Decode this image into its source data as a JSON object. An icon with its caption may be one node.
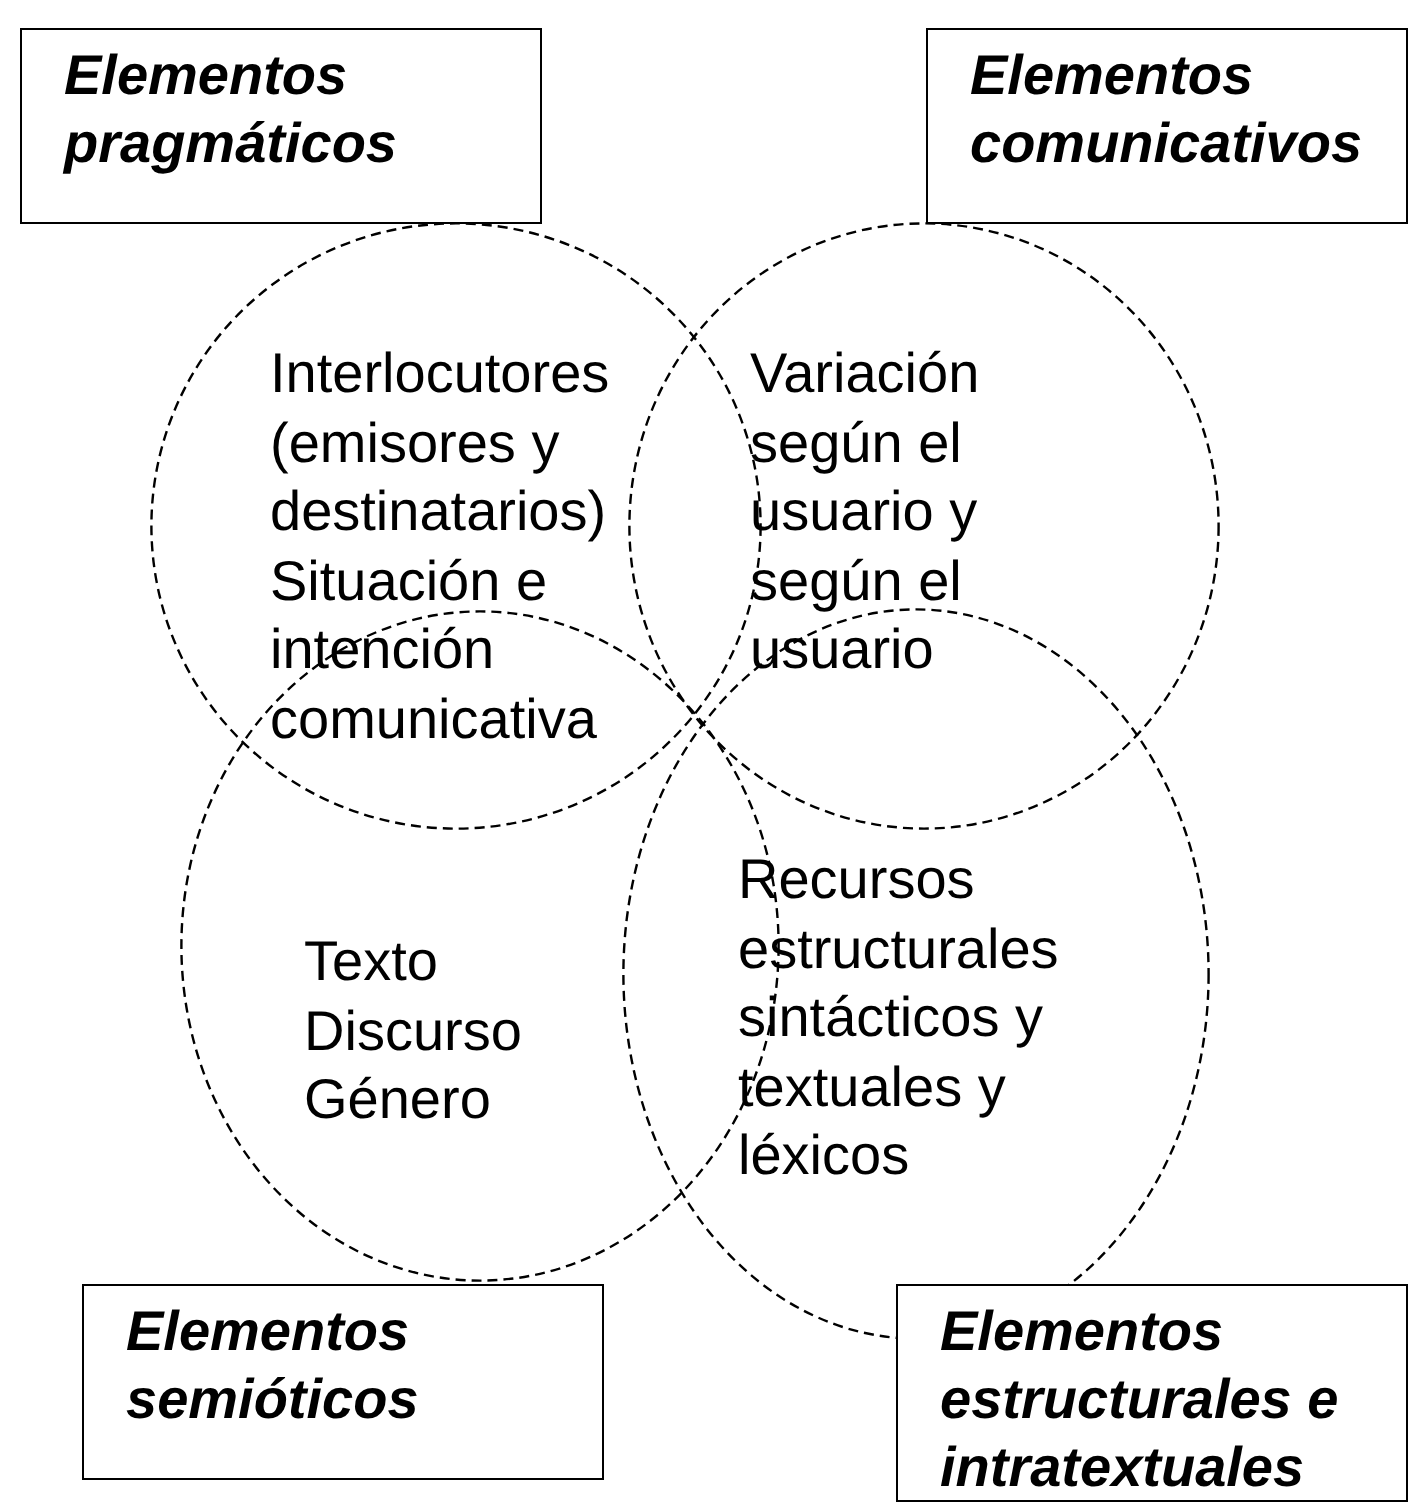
{
  "diagram": {
    "nodes": [
      {
        "text": [
          "Elementos pragmáticos"
        ]
      },
      {
        "text": [
          "Elementos comunicativos"
        ]
      },
      {
        "text": [
          "Interlocutores (emisores y destinatarios) Situación e intención comunicativa"
        ]
      },
      {
        "text": [
          "Variación según el usuario y según el usuario"
        ]
      },
      {
        "text": [
          "Texto Discurso Género"
        ]
      },
      {
        "text": [
          "Recursos estructurales sintácticos y textuales y léxicos"
        ]
      },
      {
        "text": [
          "Elementos semióticos"
        ]
      },
      {
        "text": [
          "Elementos estructurales e intratextuales"
        ]
      }
    ]
  }
}
